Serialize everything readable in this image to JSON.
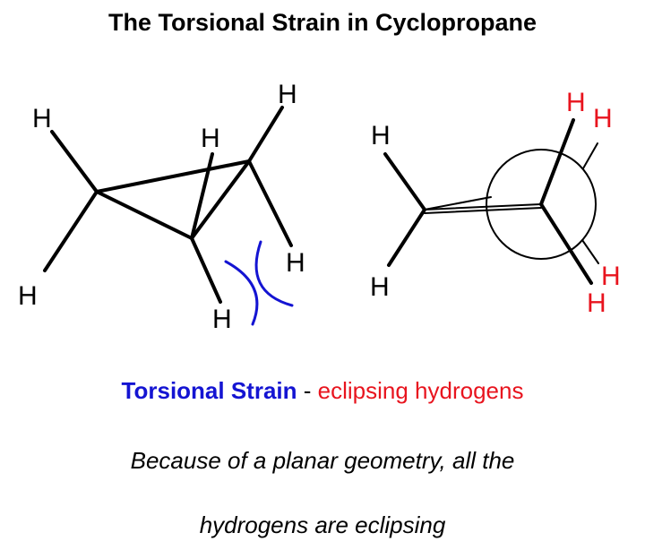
{
  "title": "The Torsional Strain in Cyclopropane",
  "atom_label": "H",
  "caption": {
    "term": "Torsional Strain",
    "separator": " - ",
    "description": "eclipsing hydrogens"
  },
  "note": {
    "line1": "Because of a planar geometry, all the",
    "line2": "hydrogens are eclipsing"
  },
  "colors": {
    "term": "#1414d2",
    "highlight": "#e8141e",
    "ink": "#000000"
  }
}
